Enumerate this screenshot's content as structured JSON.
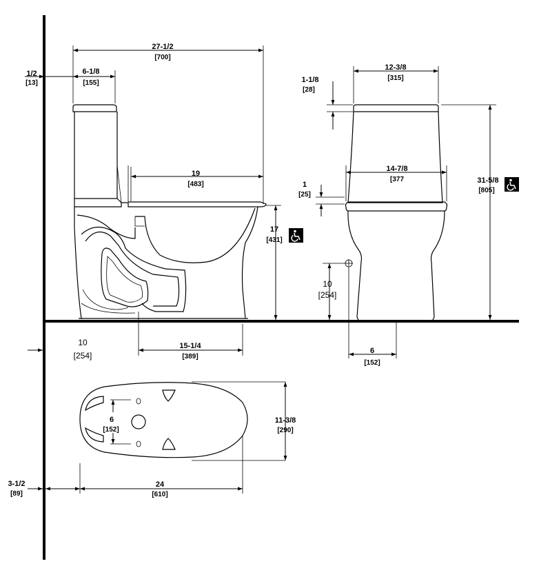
{
  "dimensions": {
    "overall_length": {
      "in": "27-1/2",
      "mm": "[700]"
    },
    "wall_gap": {
      "in": "1/2",
      "mm": "[13]"
    },
    "tank_depth": {
      "in": "6-1/8",
      "mm": "[155]"
    },
    "seat_length": {
      "in": "19",
      "mm": "[483]"
    },
    "bowl_height": {
      "in": "17",
      "mm": "[431]"
    },
    "tank_width": {
      "in": "12-3/8",
      "mm": "[315]"
    },
    "lid_thickness": {
      "in": "1-1/8",
      "mm": "[28]"
    },
    "seat_width": {
      "in": "14-7/8",
      "mm": "[377"
    },
    "seat_thickness": {
      "in": "1",
      "mm": "[25]"
    },
    "overall_height": {
      "in": "31-5/8",
      "mm": "[805]"
    },
    "supply_height": {
      "in": "10",
      "mm": "[254]"
    },
    "supply_offset": {
      "in": "6",
      "mm": "[152]"
    },
    "rough_in": {
      "in": "10",
      "mm": "[254]"
    },
    "outlet_to_front": {
      "in": "15-1/4",
      "mm": "[389]"
    },
    "bolt_spacing": {
      "in": "6",
      "mm": "[152]"
    },
    "base_width": {
      "in": "11-3/8",
      "mm": "[290]"
    },
    "base_length": {
      "in": "24",
      "mm": "[610]"
    },
    "base_setback": {
      "in": "3-1/2",
      "mm": "[89]"
    }
  },
  "icons": [
    "accessible-icon",
    "accessible-icon"
  ]
}
